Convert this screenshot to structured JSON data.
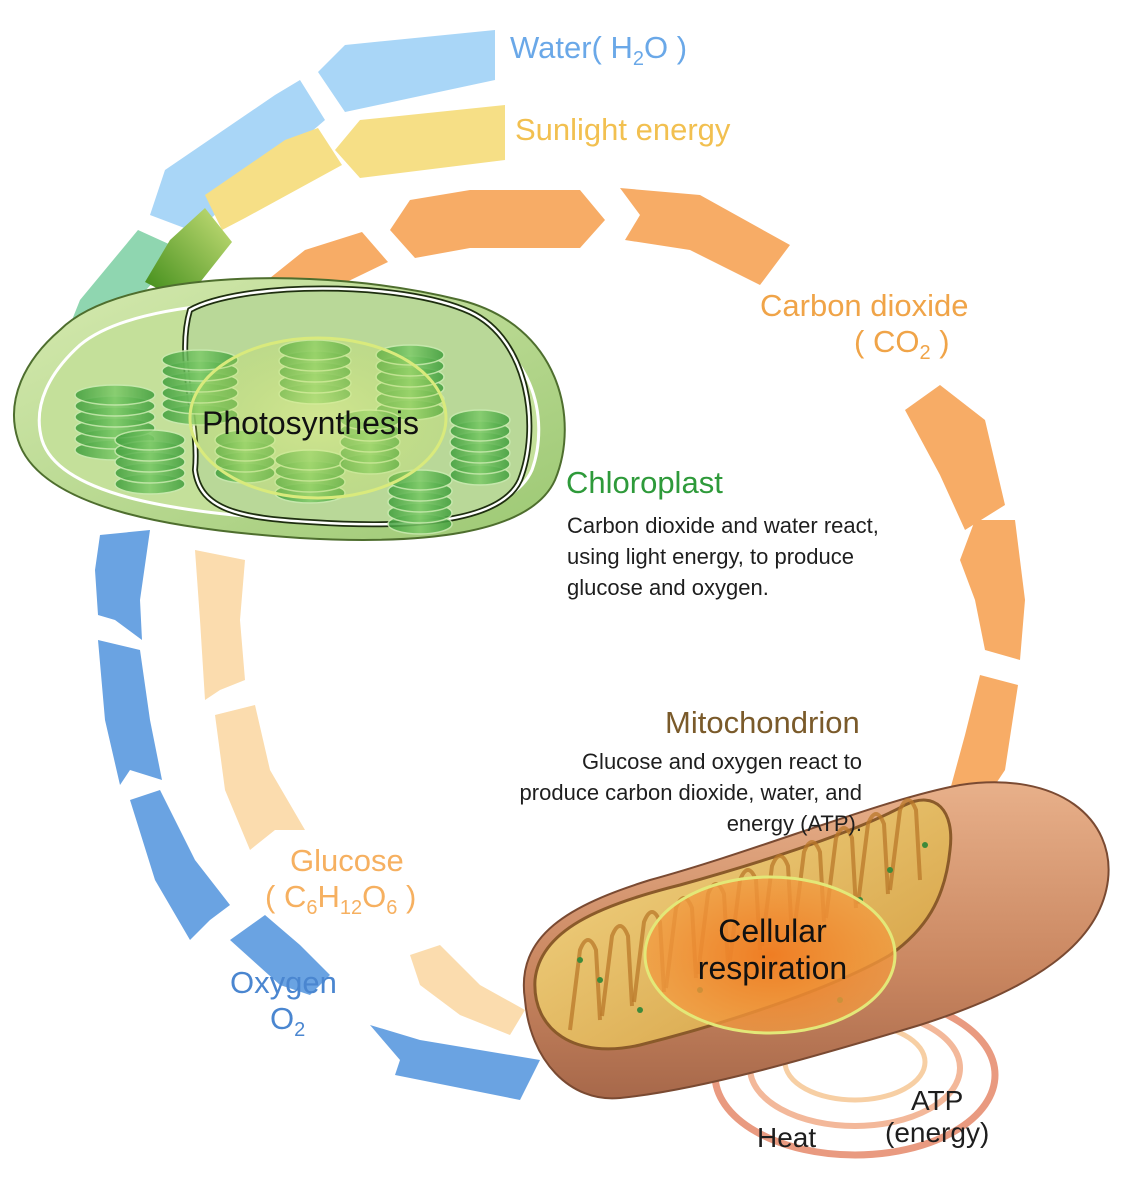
{
  "colors": {
    "water": "#9ed0f5",
    "sunlight": "#f6d97a",
    "carbon_dioxide": "#f6aa62",
    "glucose": "#fbd9a6",
    "oxygen": "#5a9be0",
    "chloroplast_title": "#2e9a3a",
    "mitochondrion_title": "#7a5a2a",
    "label_orange": "#f0a040",
    "label_blue": "#4a86d0"
  },
  "labels": {
    "water": {
      "text": "Water(",
      "sym": "H",
      "sub": "2",
      "sym2": "O",
      "end": ")"
    },
    "sunlight": "Sunlight energy",
    "carbon_dioxide": {
      "line1": "Carbon dioxide",
      "open": "(",
      "sym": "CO",
      "sub": "2",
      "close": ")"
    },
    "glucose": {
      "line1": "Glucose",
      "open": "(",
      "c": "C",
      "c_sub": "6",
      "h": "H",
      "h_sub": "12",
      "o": "O",
      "o_sub": "6",
      "close": ")"
    },
    "oxygen": {
      "line1": "Oxygen",
      "sym": "O",
      "sub": "2"
    },
    "heat": "Heat",
    "atp": {
      "line1": "ATP",
      "line2": "(energy)"
    }
  },
  "chloroplast": {
    "title": "Chloroplast",
    "process": "Photosynthesis",
    "description": [
      "Carbon dioxide and water react,",
      "using light energy, to produce",
      "glucose and oxygen."
    ]
  },
  "mitochondrion": {
    "title": "Mitochondrion",
    "process": [
      "Cellular",
      "respiration"
    ],
    "description": [
      "Glucose and oxygen react to",
      "produce carbon dioxide, water, and",
      "energy (ATP)."
    ]
  }
}
